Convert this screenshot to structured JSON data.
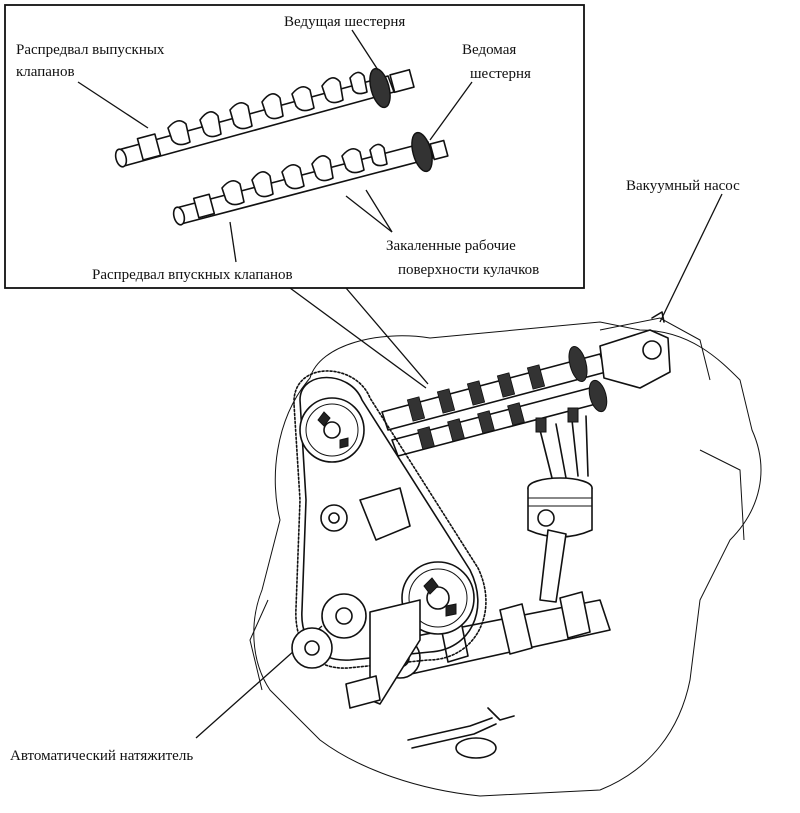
{
  "labels": {
    "exhaust_camshaft_line1": "Распредвал выпускных",
    "exhaust_camshaft_line2": "клапанов",
    "drive_gear": "Ведущая шестерня",
    "driven_gear_line1": "Ведомая",
    "driven_gear_line2": "шестерня",
    "vacuum_pump": "Вакуумный насос",
    "hardened_surfaces_line1": "Закаленные рабочие",
    "hardened_surfaces_line2": "поверхности кулачков",
    "intake_camshaft": "Распредвал впускных клапанов",
    "auto_tensioner": "Автоматический натяжитель"
  },
  "colors": {
    "ink": "#111111",
    "paper": "#ffffff"
  }
}
